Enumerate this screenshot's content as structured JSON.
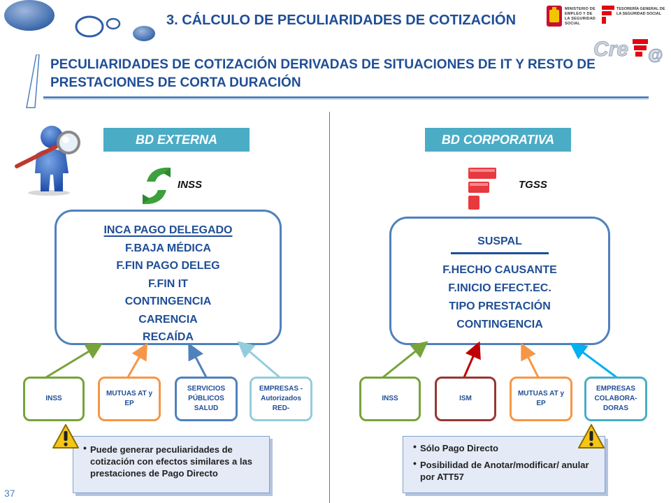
{
  "header": {
    "title": "3. CÁLCULO DE PECULIARIDADES DE COTIZACIÓN",
    "subtitle": "PECULIARIDADES DE COTIZACIÓN DERIVADAS DE SITUACIONES DE IT Y RESTO DE PRESTACIONES DE CORTA DURACIÓN",
    "logo_ministerio": "MINISTERIO DE EMPLEO Y DE LA SEGURIDAD SOCIAL",
    "logo_tgss": "TESORERÍA GENERAL DE LA SEGURIDAD SOCIAL",
    "crea_logo": "Crea@"
  },
  "left": {
    "section_title": "BD EXTERNA",
    "source_label": "INSS",
    "main_box": {
      "rows": [
        "INCA PAGO DELEGADO",
        "F.BAJA MÉDICA",
        "F.FIN PAGO DELEG",
        "F.FIN IT",
        "CONTINGENCIA",
        "CARENCIA",
        "RECAÍDA"
      ]
    },
    "sources": [
      {
        "label": "INSS",
        "color": "#77a33b"
      },
      {
        "label": "MUTUAS AT y EP",
        "color": "#f79646"
      },
      {
        "label": "SERVICIOS PÚBLICOS SALUD",
        "color": "#4f81bd"
      },
      {
        "label": "EMPRESAS -Autorizados RED-",
        "color": "#93cddd"
      }
    ],
    "note": [
      "Puede generar peculiaridades de cotización con efectos similares a las prestaciones de Pago Directo"
    ]
  },
  "right": {
    "section_title": "BD CORPORATIVA",
    "source_label": "TGSS",
    "main_box": {
      "header": "SUSPAL",
      "rows": [
        "F.HECHO CAUSANTE",
        "F.INICIO EFECT.EC.",
        "TIPO PRESTACIÓN",
        "CONTINGENCIA"
      ]
    },
    "sources": [
      {
        "label": "INSS",
        "color": "#77a33b"
      },
      {
        "label": "ISM",
        "color": "#953735"
      },
      {
        "label": "MUTUAS AT y EP",
        "color": "#f79646"
      },
      {
        "label": "EMPRESAS COLABORA-DORAS",
        "color": "#4bacc6"
      }
    ],
    "note": [
      "Sólo Pago Directo",
      "Posibilidad de Anotar/modificar/ anular por ATT57"
    ]
  },
  "slide_number": "37",
  "colors": {
    "title": "#1f4e96",
    "accent": "#4f81bd",
    "section_header": "#4bacc6"
  }
}
